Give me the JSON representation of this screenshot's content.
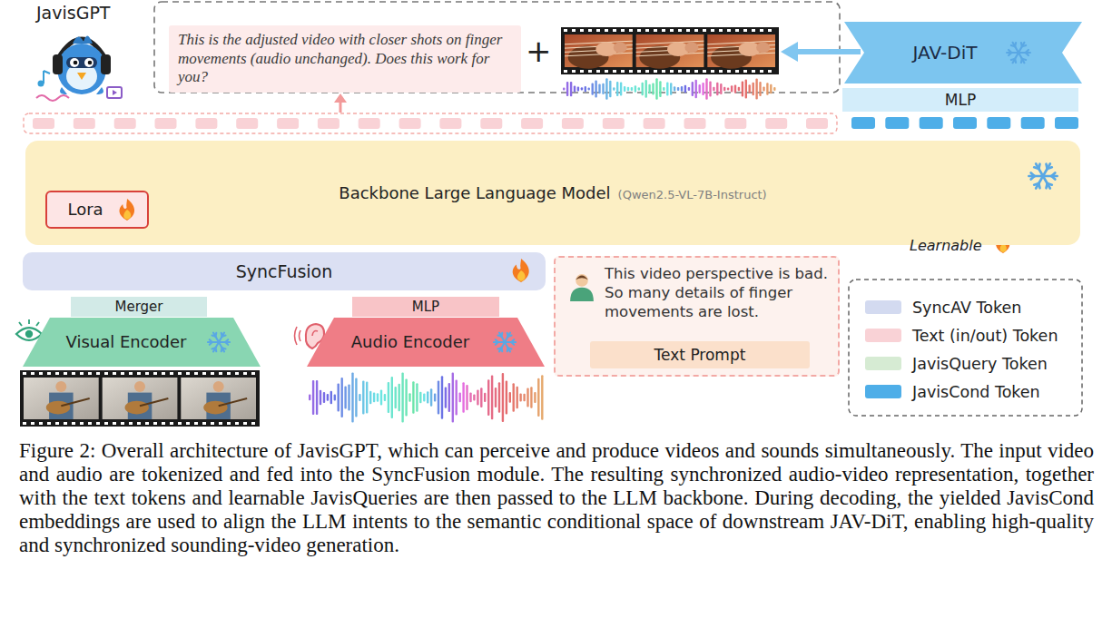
{
  "diagram": {
    "caption": "Figure 2: Overall architecture of JavisGPT, which can perceive and produce videos and sounds simultaneously. The input video and audio are tokenized and fed into the SyncFusion module. The resulting synchronized audio-video representation, together with the text tokens and learnable JavisQueries are then passed to the LLM backbone. During decoding, the yielded JavisCond embeddings are used to align the LLM intents to the semantic conditional space of downstream JAV-DiT, enabling high-quality and synchronized sounding-video generation.",
    "nodes": [
      {
        "text": [
          "This is the adjusted video with closer shots on finger movements (audio unchanged). Does this work for you?"
        ]
      },
      {
        "text": [
          "JAV-DiT"
        ]
      },
      {
        "text": [
          "MLP"
        ]
      },
      {
        "text": [
          "Backbone Large Language Model",
          "(Qwen2.5-VL-7B-Instruct)"
        ]
      },
      {
        "text": [
          "Lora"
        ],
        "in": 3
      },
      {
        "text": [
          "SyncFusion"
        ]
      },
      {
        "text": [
          "This video perspective is bad. So many details of finger movements are lost."
        ]
      },
      {
        "text": [
          "Text Prompt"
        ],
        "in": 6
      },
      {
        "text": [
          "Merger"
        ]
      },
      {
        "text": [
          "MLP"
        ]
      },
      {
        "text": [
          "Visual Encoder"
        ]
      },
      {
        "text": [
          "Audio Encoder"
        ]
      }
    ],
    "labels": [
      "JavisGPT",
      "+",
      "Learnable"
    ],
    "legend": [
      {
        "text": "SyncAV Token",
        "color": "#d3daf0"
      },
      {
        "text": "Text (in/out) Token",
        "color": "#f9d2d6"
      },
      {
        "text": "JavisQuery Token",
        "color": "#d6ebd3"
      },
      {
        "text": "JavisCond Token",
        "color": "#4eaee8"
      }
    ]
  }
}
